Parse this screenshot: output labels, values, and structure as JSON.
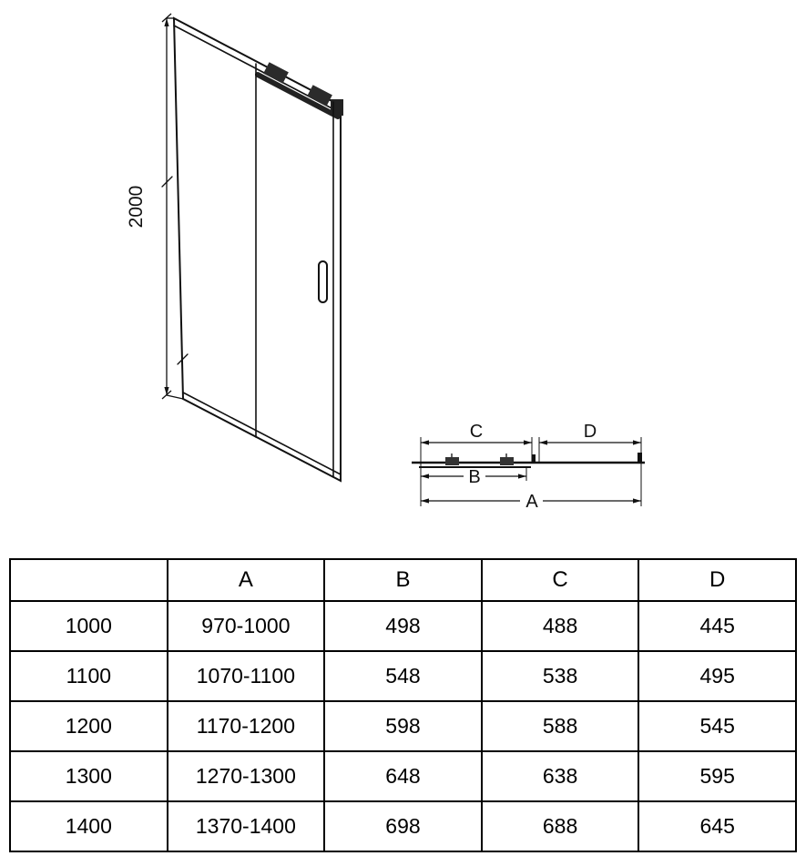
{
  "diagram": {
    "elevation": {
      "height_label": "2000"
    },
    "plan": {
      "dim_a": "A",
      "dim_b": "B",
      "dim_c": "C",
      "dim_d": "D"
    },
    "line_color": "#111111"
  },
  "table": {
    "headers": [
      "",
      "A",
      "B",
      "C",
      "D"
    ],
    "rows": [
      [
        "1000",
        "970-1000",
        "498",
        "488",
        "445"
      ],
      [
        "1100",
        "1070-1100",
        "548",
        "538",
        "495"
      ],
      [
        "1200",
        "1170-1200",
        "598",
        "588",
        "545"
      ],
      [
        "1300",
        "1270-1300",
        "648",
        "638",
        "595"
      ],
      [
        "1400",
        "1370-1400",
        "698",
        "688",
        "645"
      ]
    ]
  }
}
